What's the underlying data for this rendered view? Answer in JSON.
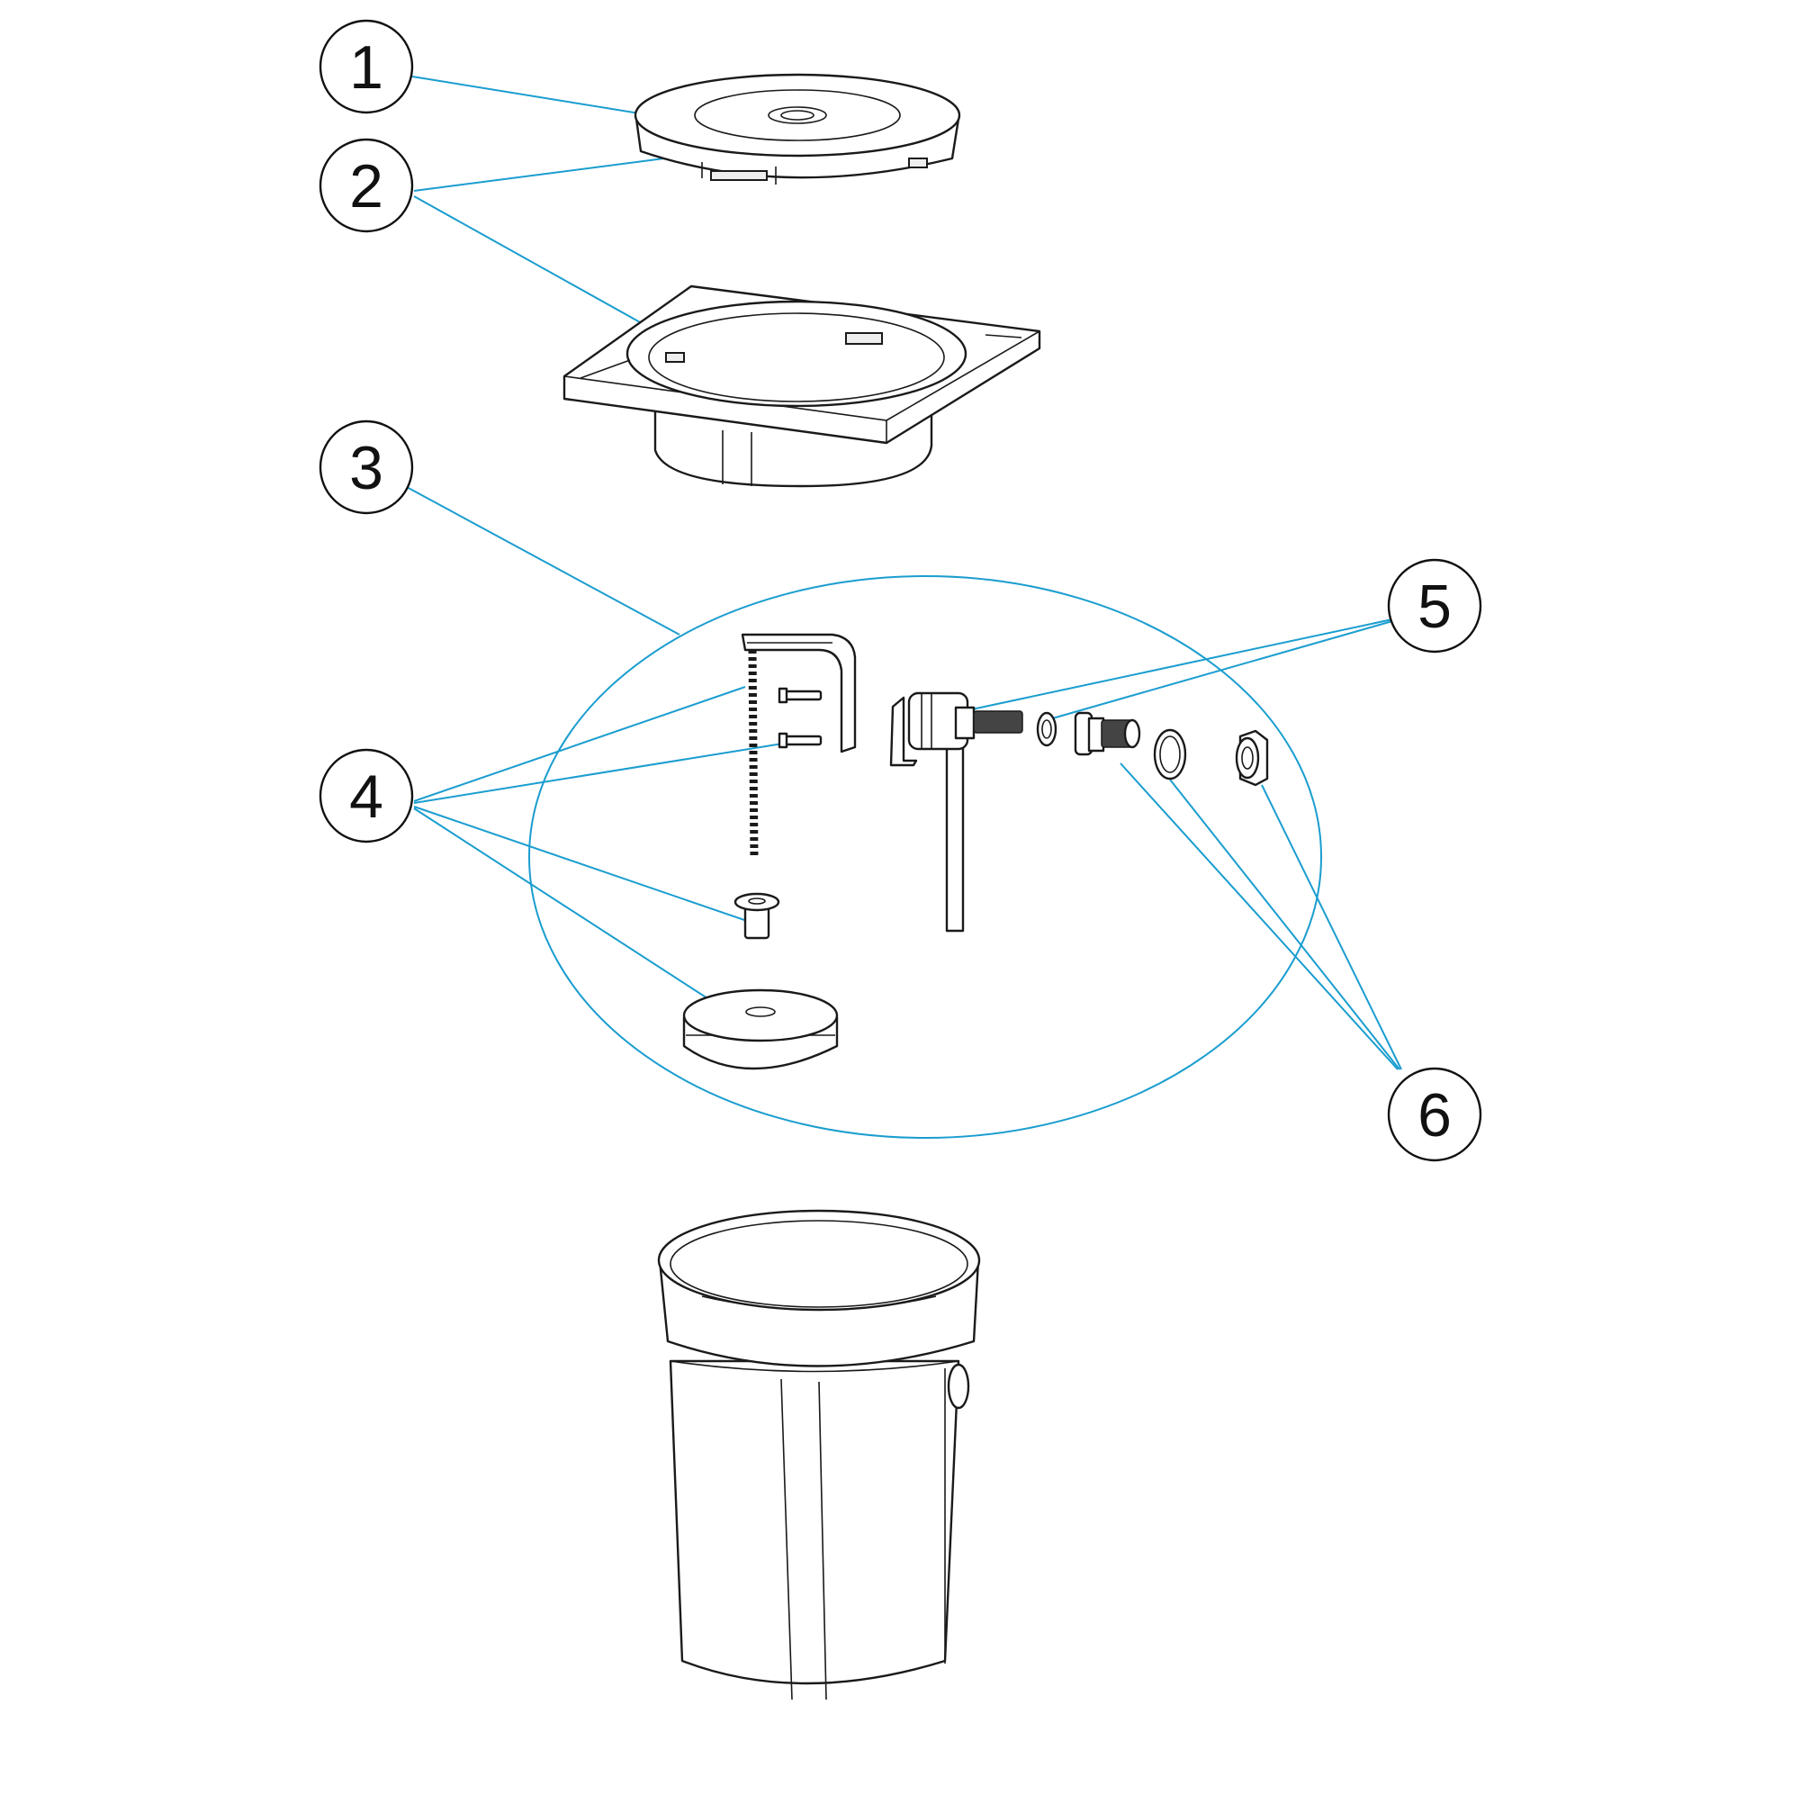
{
  "diagram": {
    "callouts": [
      {
        "id": "1",
        "label": "1"
      },
      {
        "id": "2",
        "label": "2"
      },
      {
        "id": "3",
        "label": "3"
      },
      {
        "id": "4",
        "label": "4"
      },
      {
        "id": "5",
        "label": "5"
      },
      {
        "id": "6",
        "label": "6"
      }
    ]
  },
  "colors": {
    "leader_line": "#1a9dcf",
    "outline": "#1a1a1a",
    "circle_stroke": "#111111",
    "background": "#ffffff"
  }
}
